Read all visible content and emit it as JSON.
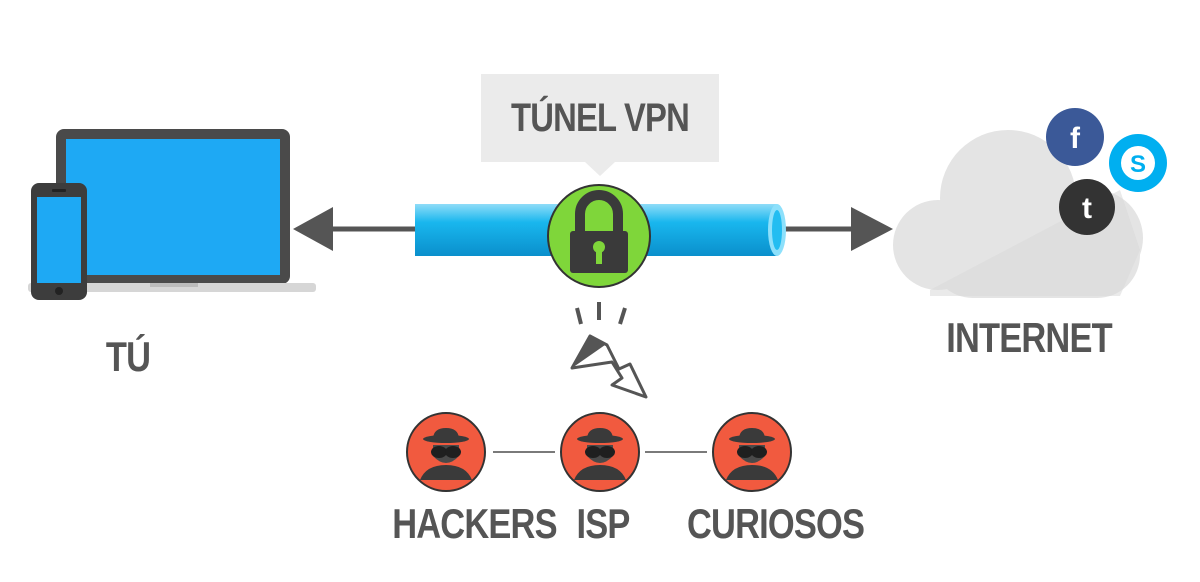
{
  "tunnel": {
    "label": "TÚNEL VPN"
  },
  "nodes": {
    "you": {
      "label": "TÚ"
    },
    "internet": {
      "label": "INTERNET"
    }
  },
  "snoopers": [
    {
      "label": "HACKERS"
    },
    {
      "label": "ISP"
    },
    {
      "label": "CURIOSOS"
    }
  ],
  "social": {
    "facebook": {
      "glyph": "f"
    },
    "twitter": {
      "glyph": "t"
    },
    "skype": {
      "glyph": "S"
    }
  },
  "colors": {
    "screen": "#1ea9f4",
    "device": "#4a4a4a",
    "tunnel": "#17b4ec",
    "lock_circle": "#7fd63a",
    "snooper": "#f15a3f",
    "label": "#555555",
    "cloud": "#e4e4e4",
    "facebook": "#3b5998",
    "skype": "#00aff0",
    "twitter": "#333333"
  }
}
